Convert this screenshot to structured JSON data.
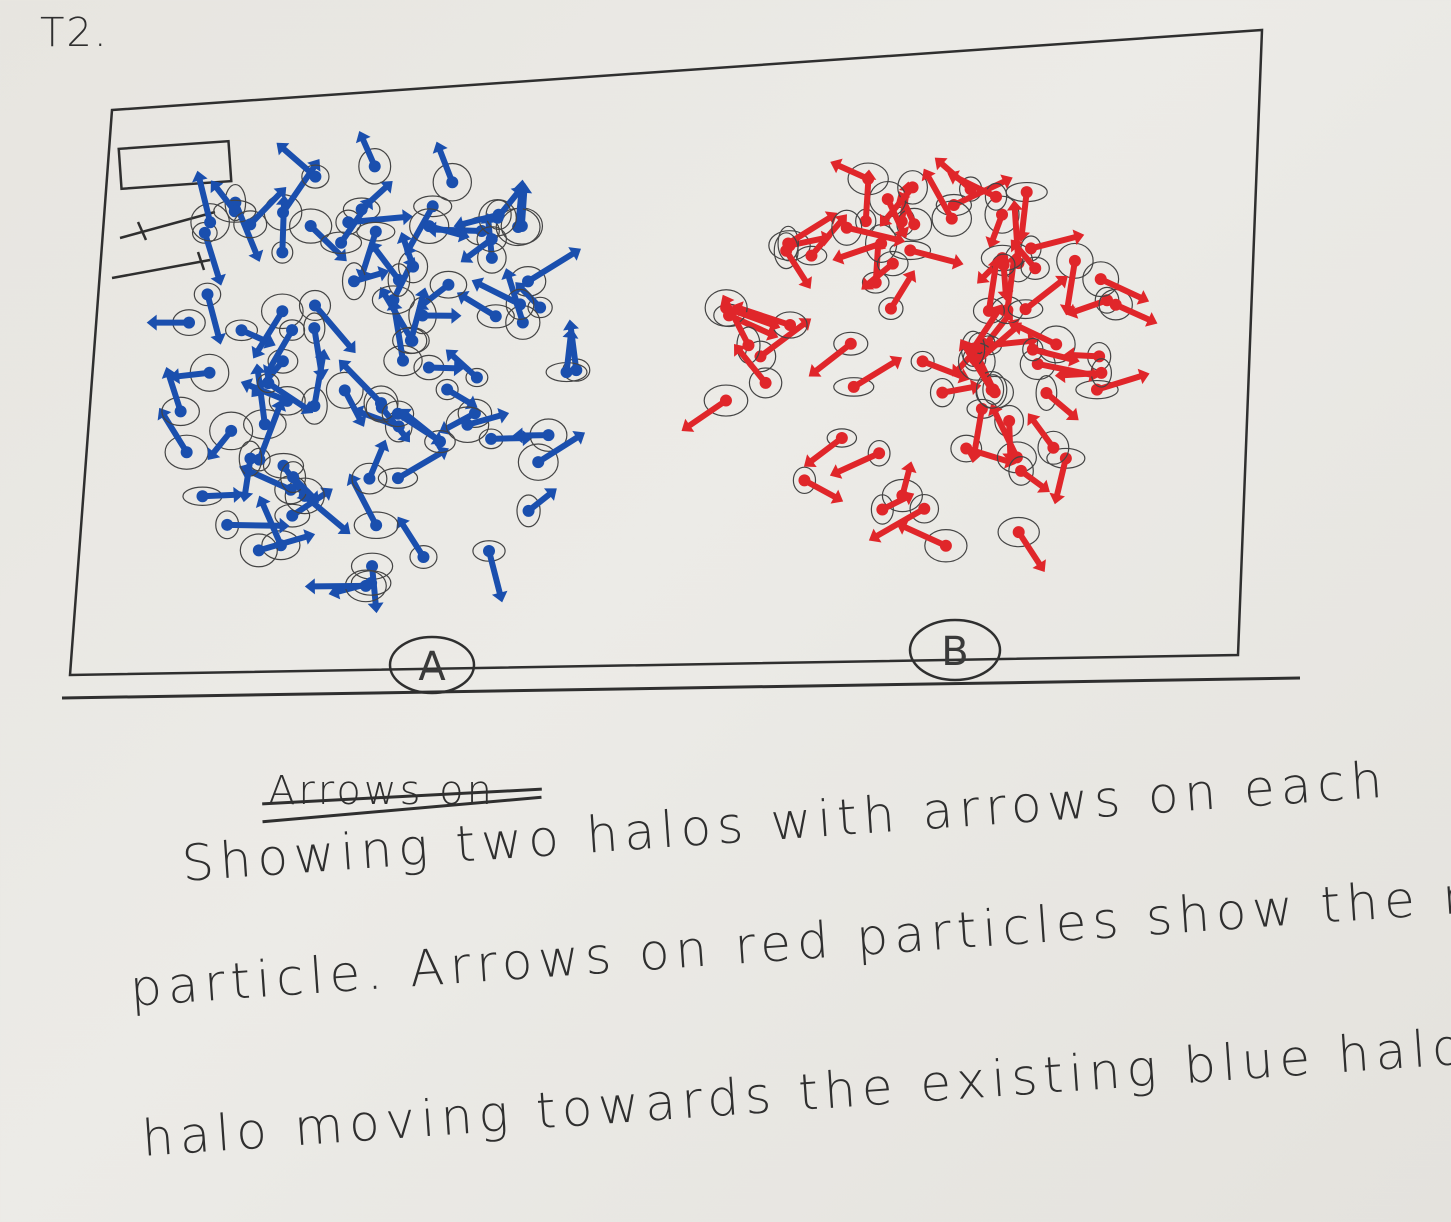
{
  "page_label": "T2.",
  "sketch": {
    "clusters": [
      {
        "label": "A",
        "color": "#1a4fae"
      },
      {
        "label": "B",
        "color": "#e0262a"
      }
    ],
    "legend_icons": [
      "rectangle-icon",
      "line-marker-icon",
      "line-marker-icon"
    ]
  },
  "struck_text": "Arrows on",
  "notes": [
    "Showing two halos with arrows on each",
    "particle. Arrows on red particles show the red",
    "halo moving towards the existing blue halo."
  ],
  "colors": {
    "blue_halo": "#1a4fae",
    "red_halo": "#e0262a",
    "pencil": "#2f2f2f"
  }
}
